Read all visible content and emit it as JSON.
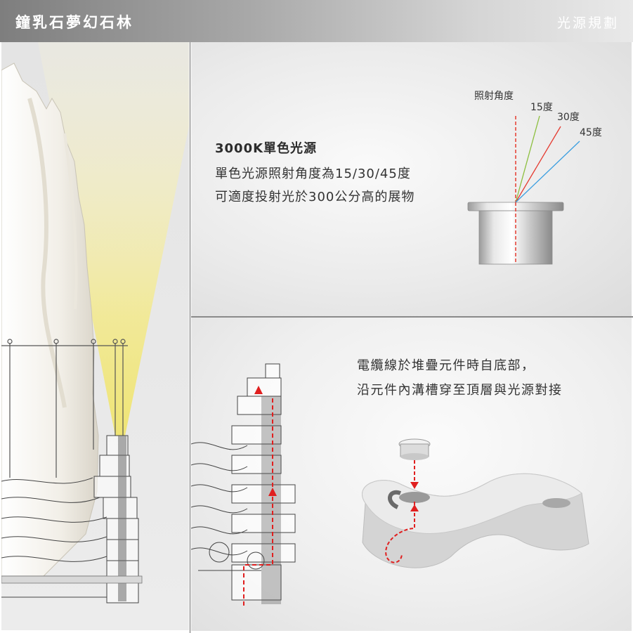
{
  "header": {
    "title": "鐘乳石夢幻石林",
    "subtitle": "光源規劃"
  },
  "light_spec": {
    "heading": "3000K單色光源",
    "lines": [
      "單色光源照射角度為15/30/45度",
      "可適度投射光於300公分高的展物"
    ]
  },
  "beam_diagram": {
    "title_label": "照射角度",
    "angles": [
      {
        "label": "15度",
        "color": "#8cbf3f"
      },
      {
        "label": "30度",
        "color": "#e53a2f"
      },
      {
        "label": "45度",
        "color": "#3a9ee0"
      }
    ],
    "center_line_color": "#e53a2f"
  },
  "cable_note": {
    "lines": [
      "電纜線於堆疊元件時自底部，",
      "沿元件內溝槽穿至頂層與光源對接"
    ]
  },
  "colors": {
    "beam_glow": "#f3e98a",
    "cable_route": "#e01f1f"
  }
}
